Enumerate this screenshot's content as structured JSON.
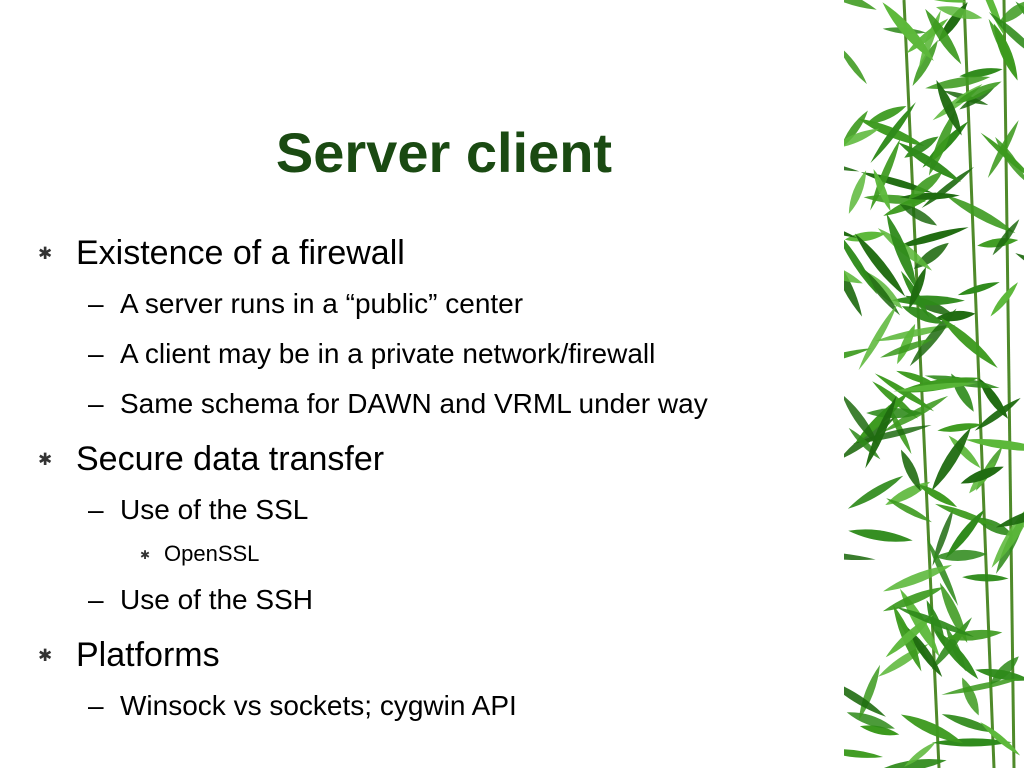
{
  "slide": {
    "title": "Server client",
    "colors": {
      "title": "#1a4a12",
      "leaf": "#3c9a1e",
      "leaf_dark": "#1f6b10"
    },
    "bullet_icon": "asterisk-bullet-icon",
    "dash_glyph": "–",
    "items": [
      {
        "text": "Existence of a firewall"
      },
      {
        "text": "A server runs in a “public” center"
      },
      {
        "text": "A client may be in a private network/firewall"
      },
      {
        "text": "Same schema for DAWN and VRML under way"
      },
      {
        "text": "Secure data transfer"
      },
      {
        "text": "Use of the SSL"
      },
      {
        "text": "OpenSSL"
      },
      {
        "text": "Use of the SSH"
      },
      {
        "text": "Platforms"
      },
      {
        "text": "Winsock vs sockets; cygwin API"
      }
    ]
  }
}
